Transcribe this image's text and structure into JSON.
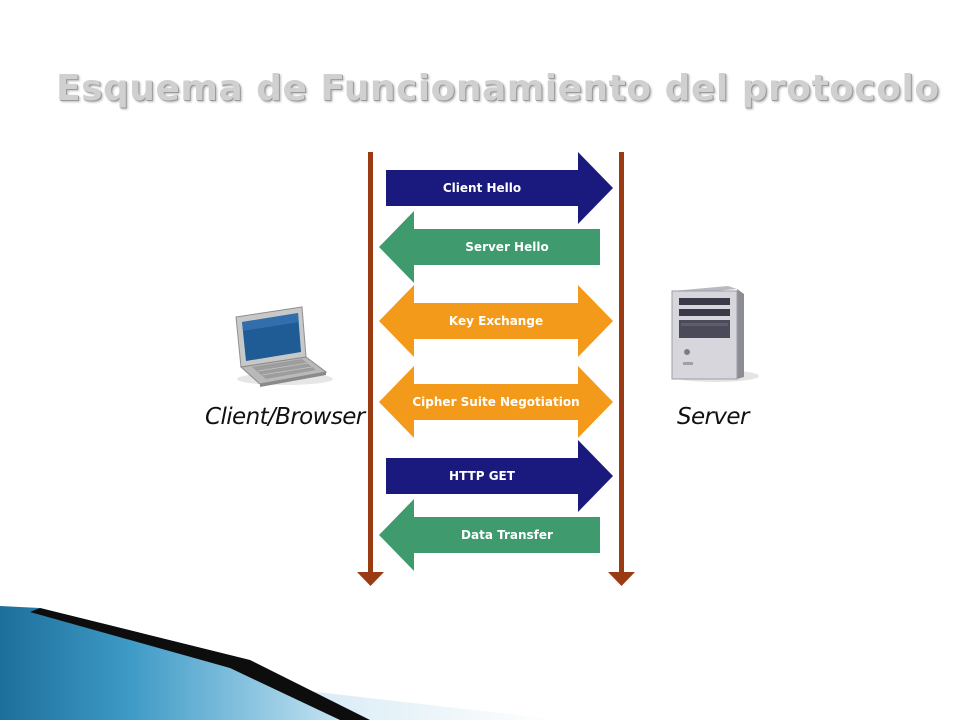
{
  "slide": {
    "title": "Esquema de Funcionamiento del protocolo"
  },
  "diagram": {
    "client_label": "Client/Browser",
    "server_label": "Server",
    "client_icon": "laptop-icon",
    "server_icon": "server-tower-icon",
    "lifeline_color": "#9b3b14",
    "messages": [
      {
        "label": "Client Hello",
        "direction": "to-server",
        "color": "#1a1a7e"
      },
      {
        "label": "Server Hello",
        "direction": "to-client",
        "color": "#3f9a6e"
      },
      {
        "label": "Key Exchange",
        "direction": "both",
        "color": "#f39a1b"
      },
      {
        "label": "Cipher Suite Negotiation",
        "direction": "both",
        "color": "#f39a1b"
      },
      {
        "label": "HTTP GET",
        "direction": "to-server",
        "color": "#1a1a7e"
      },
      {
        "label": "Data Transfer",
        "direction": "to-client",
        "color": "#3f9a6e"
      }
    ]
  }
}
